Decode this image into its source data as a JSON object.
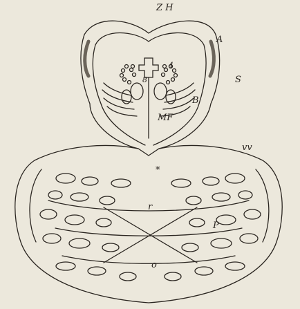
{
  "labels": {
    "zh": "Z H",
    "a": "A",
    "s": "S",
    "four": "4",
    "eight": "8",
    "b": "B",
    "mf": "MF",
    "vv": "vv",
    "star": "*",
    "r": "r",
    "p": "P",
    "o": "o"
  },
  "colors": {
    "paper": "#ece8dc",
    "ink": "#2a2520"
  }
}
